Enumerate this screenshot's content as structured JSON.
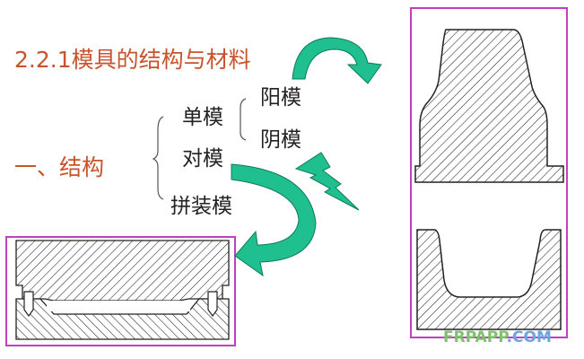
{
  "title": "2.2.1模具的结构与材料",
  "section": "一、结构",
  "types": [
    "单模",
    "对模",
    "拼装模"
  ],
  "single_mold_subtypes": [
    "阳模",
    "阴模"
  ],
  "watermark": {
    "part1": "FRPAPP",
    "part2": ".COM"
  },
  "colors": {
    "title": "#c9532c",
    "arrow": "#1fbf8f",
    "frame": "#c040c0"
  }
}
